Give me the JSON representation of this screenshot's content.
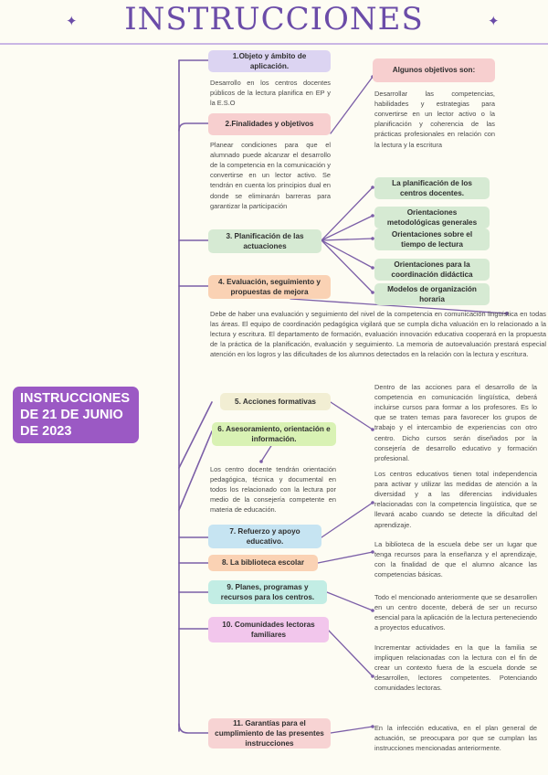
{
  "header": {
    "title": "INSTRUCCIONES",
    "sparkle_left": "sparkle",
    "sparkle_right": "sparkle"
  },
  "center": {
    "label": "INSTRUCCIONES DE 21 DE JUNIO DE 2023"
  },
  "colors": {
    "background": "#FDFCF3",
    "accent_purple": "#6B4CA8",
    "center_box": "#9B59C4",
    "lavender": "#DCD4F2",
    "pink": "#F7CFCF",
    "green": "#D6EAD3",
    "peach": "#FAD2B4",
    "cream": "#F2EED3",
    "lime": "#D9F2B4",
    "blue": "#C6E4F2",
    "aqua": "#C2EDE4",
    "magenta": "#F2C6EC",
    "rose": "#F7D3D3",
    "wire": "#7B5EA7"
  },
  "nodes": {
    "n1": {
      "label": "1.Objeto y ámbito de aplicación.",
      "color": "#DCD4F2"
    },
    "n2": {
      "label": "2.Finalidades y objetivos",
      "color": "#F7CFCF"
    },
    "n3": {
      "label": "3. Planificación de las actuaciones",
      "color": "#D6EAD3"
    },
    "n4": {
      "label": "4. Evaluación, seguimiento y propuestas de mejora",
      "color": "#FAD2B4"
    },
    "n5": {
      "label": "5. Acciones formativas",
      "color": "#F2EED3"
    },
    "n6": {
      "label": "6. Asesoramiento, orientación e información.",
      "color": "#D9F2B4"
    },
    "n7": {
      "label": "7. Refuerzo y apoyo educativo.",
      "color": "#C6E4F2"
    },
    "n8": {
      "label": "8. La biblioteca escolar",
      "color": "#FAD2B4"
    },
    "n9": {
      "label": "9. Planes, programas y recursos para los centros.",
      "color": "#C2EDE4"
    },
    "n10": {
      "label": "10. Comunidades lectoras familiares",
      "color": "#F2C6EC"
    },
    "n11": {
      "label": "11. Garantías para el cumplimiento de las presentes instrucciones",
      "color": "#F7D3D3"
    },
    "objetivos": {
      "label": "Algunos objetivos son:",
      "color": "#F7CFCF"
    },
    "g1": {
      "label": "La planificación de los centros docentes.",
      "color": "#D6EAD3"
    },
    "g2": {
      "label": "Orientaciones metodológicas generales",
      "color": "#D6EAD3"
    },
    "g3": {
      "label": "Orientaciones sobre el tiempo de lectura",
      "color": "#D6EAD3"
    },
    "g4": {
      "label": "Orientaciones para la coordinación didáctica",
      "color": "#D6EAD3"
    },
    "g5": {
      "label": "Modelos de organización horaria",
      "color": "#D6EAD3"
    }
  },
  "paragraphs": {
    "p1": "Desarrollo en los centros docentes públicos de la lectura planifica en EP y la E.S.O",
    "p2": "Planear condiciones para que el alumnado puede alcanzar el desarrollo de la competencia en la comunicación y convertirse en un lector activo. Se tendrán en cuenta los principios dual en donde se eliminarán barreras para garantizar la participación",
    "p_objetivos": "Desarrollar las competencias, habilidades y estrategias para convertirse en un lector activo o la planificación y coherencia de las prácticas profesionales en relación con la lectura y la escritura",
    "p4": "Debe de haber una evaluación y seguimiento del nivel de la competencia en comunicación lingüística en todas las áreas. El equipo de coordinación pedagógica vigilará que se cumpla dicha valuación en lo relacionado a la lectura y escritura. El departamento de formación, evaluación innovación educativa cooperará en la propuesta de la práctica de la planificación, evaluación y seguimiento. La memoria de autoevaluación prestará especial atención en los logros y las dificultades de los alumnos detectados en la relación con la lectura y escritura.",
    "p5": "Dentro de las acciones para el desarrollo de la competencia en comunicación lingüística, deberá incluirse cursos para formar a los profesores. Es lo que se traten temas para favorecer los grupos de trabajo y el intercambio de experiencias con otro centro. Dicho cursos serán diseñados por la consejería de desarrollo educativo y formación profesional.",
    "p6": "Los centro docente tendrán orientación pedagógica, técnica y documental en todos los relacionado con la lectura por medio de la consejería competente en materia de educación.",
    "p7": "Los centros educativos tienen total independencia para activar y utilizar las medidas de atención a la diversidad y a las diferencias individuales relacionadas con la competencia lingüística, que se llevará acabo cuando se detecte la dificultad del aprendizaje.",
    "p8": "La biblioteca de la escuela debe ser un lugar que tenga recursos para la enseñanza y el aprendizaje, con la finalidad de que el alumno alcance las competencias básicas.",
    "p9": "Todo el mencionado anteriormente que se desarrollen en un centro docente, deberá de ser un recurso esencial para la aplicación de la lectura perteneciendo a proyectos educativos.",
    "p10": "Incrementar actividades en la que la familia se impliquen relacionadas con la lectura con el fin de crear un contexto fuera de la escuela donde se desarrollen, lectores competentes. Potenciando comunidades lectoras.",
    "p11": "En la infección educativa, en el plan general de actuación, se preocupara por que se cumplan las instrucciones mencionadas anteriormente."
  }
}
